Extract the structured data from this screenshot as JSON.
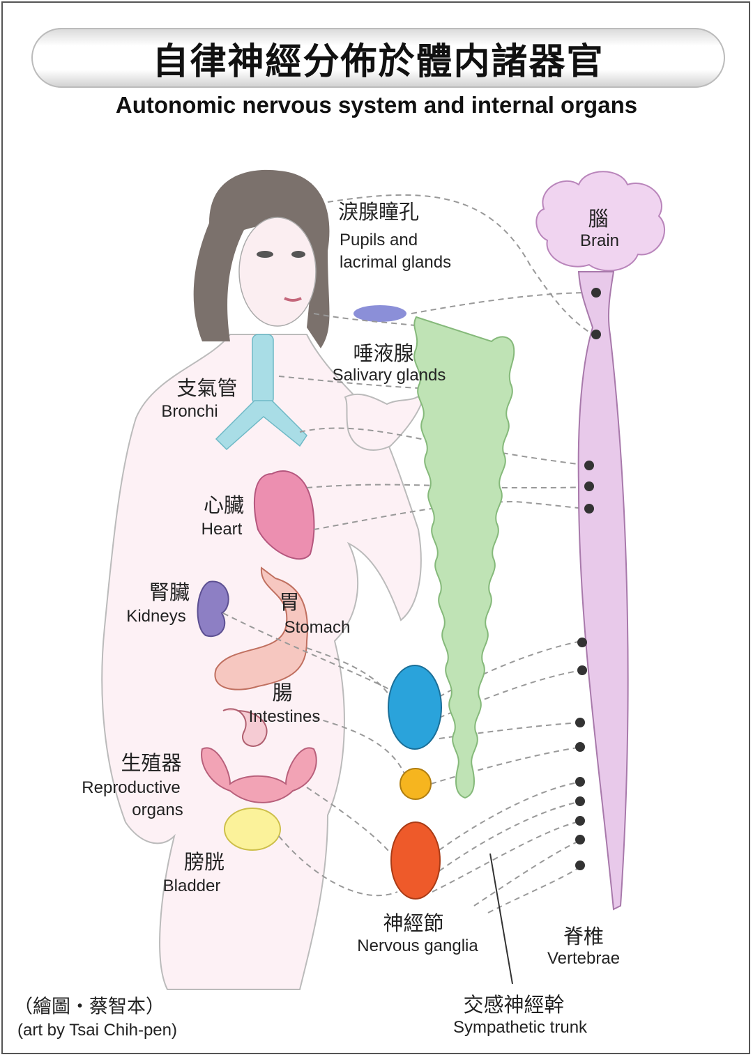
{
  "title": "自律神經分佈於體内諸器官",
  "subtitle": "Autonomic nervous system and internal organs",
  "labels": {
    "pupils": {
      "zh": "淚腺瞳孔",
      "en1": "Pupils and",
      "en2": "lacrimal glands"
    },
    "brain": {
      "zh": "腦",
      "en": "Brain"
    },
    "salivary": {
      "zh": "唾液腺",
      "en": "Salivary glands"
    },
    "bronchi": {
      "zh": "支氣管",
      "en": "Bronchi"
    },
    "heart": {
      "zh": "心臟",
      "en": "Heart"
    },
    "kidneys": {
      "zh": "腎臟",
      "en": "Kidneys"
    },
    "stomach": {
      "zh": "胃",
      "en": "Stomach"
    },
    "intestines": {
      "zh": "腸",
      "en": "Intestines"
    },
    "reproductive": {
      "zh": "生殖器",
      "en1": "Reproductive",
      "en2": "organs"
    },
    "bladder": {
      "zh": "膀胱",
      "en": "Bladder"
    },
    "ganglia": {
      "zh": "神經節",
      "en": "Nervous ganglia"
    },
    "vertebrae": {
      "zh": "脊椎",
      "en": "Vertebrae"
    },
    "trunk": {
      "zh": "交感神經幹",
      "en": "Sympathetic trunk"
    }
  },
  "credit": {
    "zh": "（繪圖・蔡智本）",
    "en": "(art by Tsai Chih-pen)"
  },
  "colors": {
    "skin": "#fbeef3",
    "trachea": "#a9dde6",
    "heart": "#ec8fb0",
    "kidney": "#8d7fc4",
    "stomach": "#f6c7c0",
    "bladder": "#fbf29a",
    "ganglion_blue": "#2aa3db",
    "ganglion_yellow": "#f6b51f",
    "ganglion_orange": "#ee5a2a",
    "trunk": "#bfe3b5",
    "spine": "#e8c9ea"
  }
}
